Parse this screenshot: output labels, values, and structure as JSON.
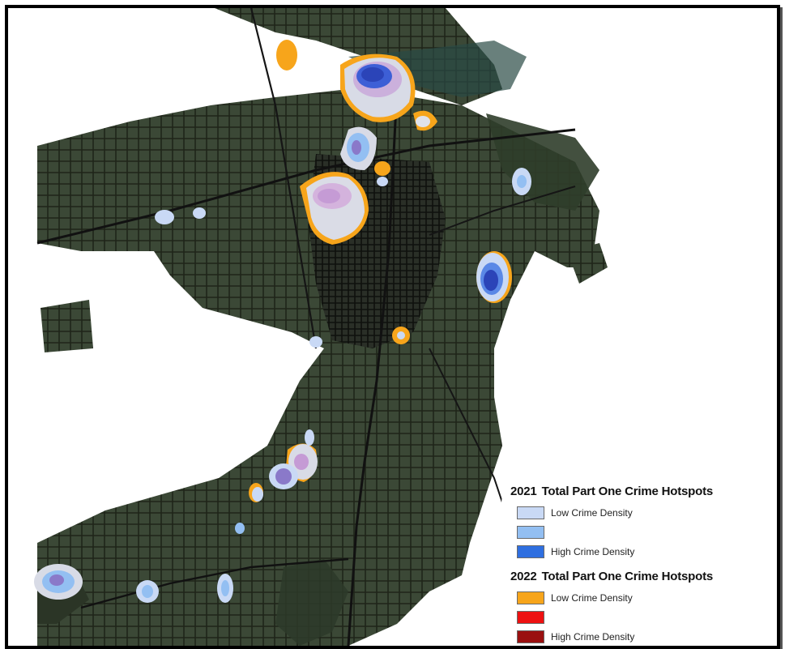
{
  "map": {
    "basemap": "satellite-imagery",
    "background_color": "#ffffff",
    "land_color": "#34402f"
  },
  "legend": {
    "groups": [
      {
        "year": "2021",
        "title": "Total Part One Crime Hotspots",
        "items": [
          {
            "label": "Low Crime Density",
            "color": "#c9d9f5"
          },
          {
            "label": "",
            "color": "#93bff2"
          },
          {
            "label": "High Crime Density",
            "color": "#2f6fe0"
          }
        ]
      },
      {
        "year": "2022",
        "title": "Total Part One Crime Hotspots",
        "items": [
          {
            "label": "Low Crime Density",
            "color": "#f7a51b"
          },
          {
            "label": "",
            "color": "#ee1111"
          },
          {
            "label": "High Crime Density",
            "color": "#9a1010"
          }
        ]
      }
    ]
  }
}
